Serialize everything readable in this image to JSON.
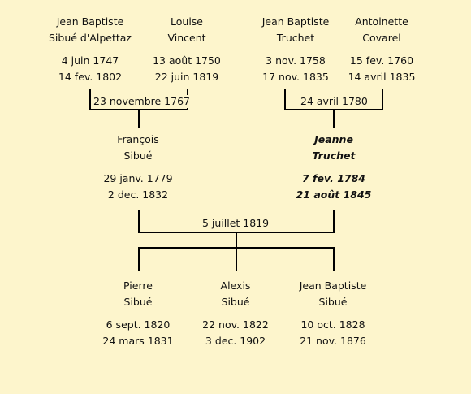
{
  "people": {
    "jb_sibue": {
      "name": [
        "Jean Baptiste",
        "Sibué d'Alpettaz"
      ],
      "dates": [
        "4 juin 1747",
        "14 fev. 1802"
      ]
    },
    "louise_vincent": {
      "name": [
        "Louise",
        "Vincent"
      ],
      "dates": [
        "13 août 1750",
        "22 juin 1819"
      ]
    },
    "jb_truchet": {
      "name": [
        "Jean Baptiste",
        "Truchet"
      ],
      "dates": [
        "3 nov. 1758",
        "17 nov. 1835"
      ]
    },
    "antoinette_covarel": {
      "name": [
        "Antoinette",
        "Covarel"
      ],
      "dates": [
        "15 fev. 1760",
        "14 avril 1835"
      ]
    },
    "francois_sibue": {
      "name": [
        "François",
        "Sibué"
      ],
      "dates": [
        "29 janv. 1779",
        "2 dec. 1832"
      ]
    },
    "jeanne_truchet": {
      "name": [
        "Jeanne",
        "Truchet"
      ],
      "dates": [
        "7 fev. 1784",
        "21 août 1845"
      ]
    },
    "pierre_sibue": {
      "name": [
        "Pierre",
        "Sibué"
      ],
      "dates": [
        "6 sept. 1820",
        "24 mars 1831"
      ]
    },
    "alexis_sibue": {
      "name": [
        "Alexis",
        "Sibué"
      ],
      "dates": [
        "22 nov. 1822",
        "3 dec. 1902"
      ]
    },
    "jb_sibue_son": {
      "name": [
        "Jean Baptiste",
        "Sibué"
      ],
      "dates": [
        "10 oct. 1828",
        "21 nov. 1876"
      ]
    }
  },
  "marriages": {
    "sibue_vincent": "23 novembre 1767",
    "truchet_covarel": "24 avril 1780",
    "sibue_truchet": "5 juillet 1819"
  },
  "colors": {
    "background": "#fdf5cc",
    "line": "#000000",
    "text": "#111111"
  }
}
